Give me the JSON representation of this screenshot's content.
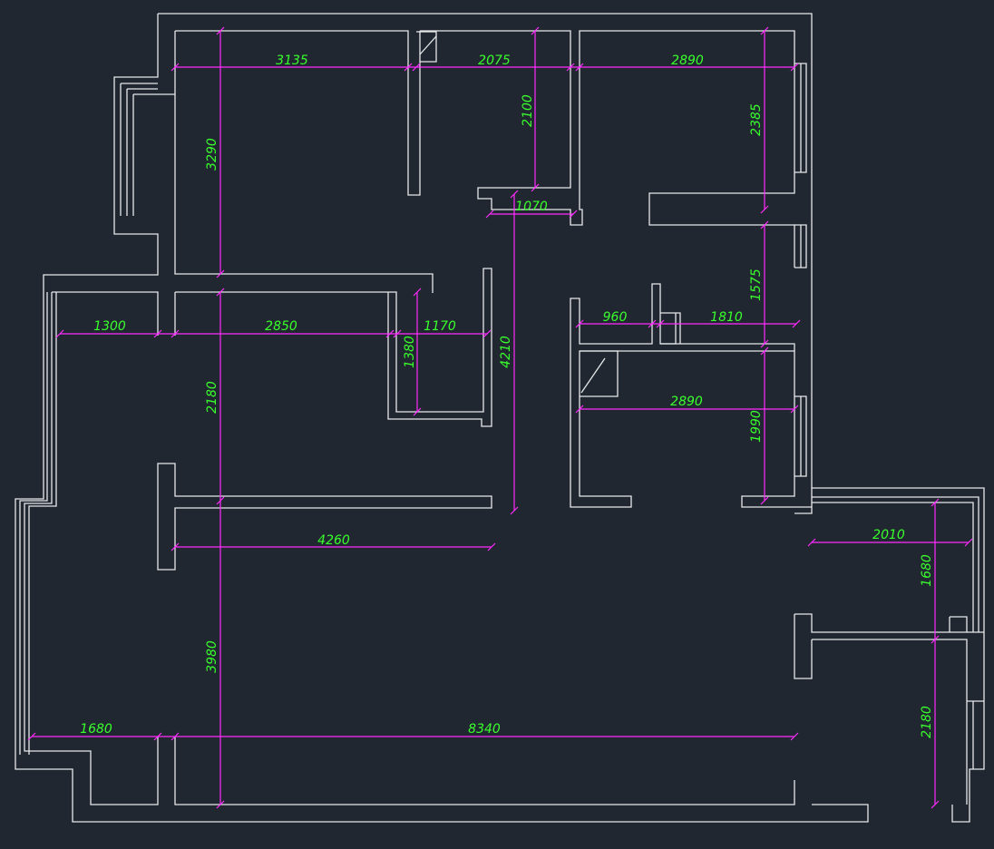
{
  "colors": {
    "background": "#212730",
    "walls": "#e6e8ea",
    "dimension_lines": "#ff2bff",
    "dimension_text": "#39ff2d"
  },
  "dimensions": {
    "top_1": "3135",
    "top_2": "2075",
    "top_3": "2890",
    "v_2100": "2100",
    "v_2385": "2385",
    "h_1070": "1070",
    "v_3290": "3290",
    "h_1300": "1300",
    "h_2850": "2850",
    "h_1170": "1170",
    "v_1380": "1380",
    "v_4210": "4210",
    "h_960": "960",
    "h_1810": "1810",
    "v_1575": "1575",
    "h_2890_mid": "2890",
    "v_1990": "1990",
    "v_2180": "2180",
    "h_4260": "4260",
    "h_2010": "2010",
    "v_1680": "1680",
    "v_3980": "3980",
    "h_1680": "1680",
    "h_8340": "8340",
    "v_2180_right": "2180"
  }
}
